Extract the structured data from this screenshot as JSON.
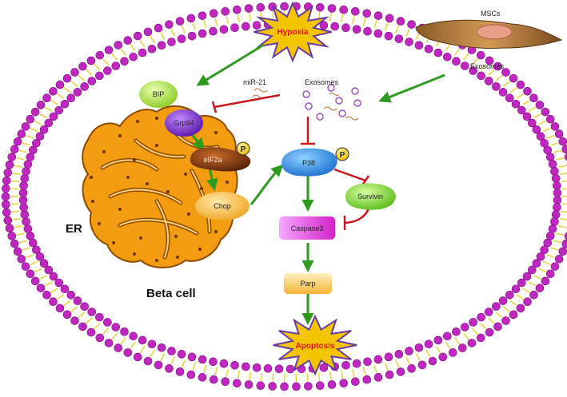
{
  "labels": {
    "hypoxia": "Hypoxia",
    "apoptosis": "Apoptosis",
    "mscs": "MSCs",
    "exosomes_msc": "Exosomes",
    "exosomes_cell": "Exosomes",
    "mir21": "miR-21",
    "er": "ER",
    "beta_cell": "Beta cell"
  },
  "nodes": {
    "bip": "BIP",
    "grp94": "Grp94",
    "eif2a": "eIF2a",
    "chop": "Chop",
    "p38": "P38",
    "survivin": "Survivin",
    "caspase3": "Caspase3",
    "parp": "Parp",
    "phospho_eif2a": "P",
    "phospho_p38": "P"
  },
  "colors": {
    "activation_arrow": "#2e9a1f",
    "inhibition": "#c8161d",
    "membrane_head": "#c026c0",
    "membrane_tail": "#e6d233",
    "burst_fill": "#f2c500",
    "burst_stroke": "#6a3ca0",
    "er_fill": "#f39c12"
  }
}
